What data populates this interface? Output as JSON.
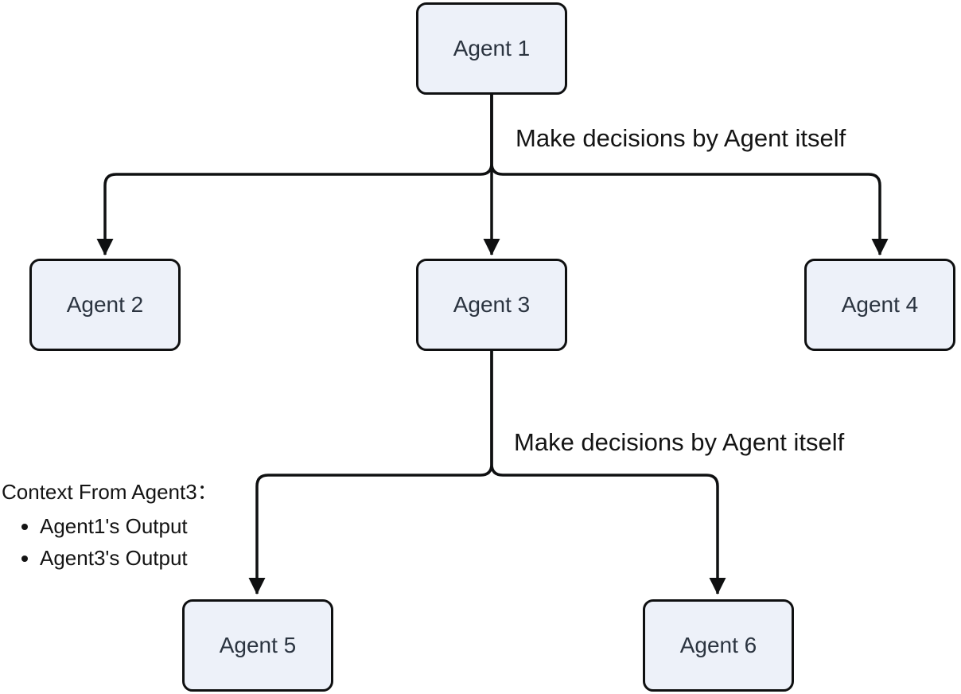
{
  "diagram_type": "flowchart-tree",
  "nodes": [
    {
      "id": "agent1",
      "label": "Agent 1"
    },
    {
      "id": "agent2",
      "label": "Agent 2"
    },
    {
      "id": "agent3",
      "label": "Agent 3"
    },
    {
      "id": "agent4",
      "label": "Agent 4"
    },
    {
      "id": "agent5",
      "label": "Agent 5"
    },
    {
      "id": "agent6",
      "label": "Agent 6"
    }
  ],
  "edges": [
    {
      "from": "Agent 1",
      "to": "Agent 2"
    },
    {
      "from": "Agent 1",
      "to": "Agent 3"
    },
    {
      "from": "Agent 1",
      "to": "Agent 4"
    },
    {
      "from": "Agent 3",
      "to": "Agent 5"
    },
    {
      "from": "Agent 3",
      "to": "Agent 6"
    }
  ],
  "edge_labels": [
    {
      "text": "Make decisions by Agent itself",
      "attached_to": "Agent 1 branch"
    },
    {
      "text": "Make decisions by Agent itself",
      "attached_to": "Agent 3 branch"
    }
  ],
  "context_note": {
    "title": "Context From Agent3：",
    "items": [
      "Agent1's Output",
      "Agent3's Output"
    ]
  },
  "colors": {
    "node_fill": "#edf1f9",
    "node_border": "#0f1011",
    "edge_color": "#0f1011",
    "node_text": "#2b3440",
    "label_text": "#141414",
    "canvas_bg": "#ffffff"
  }
}
